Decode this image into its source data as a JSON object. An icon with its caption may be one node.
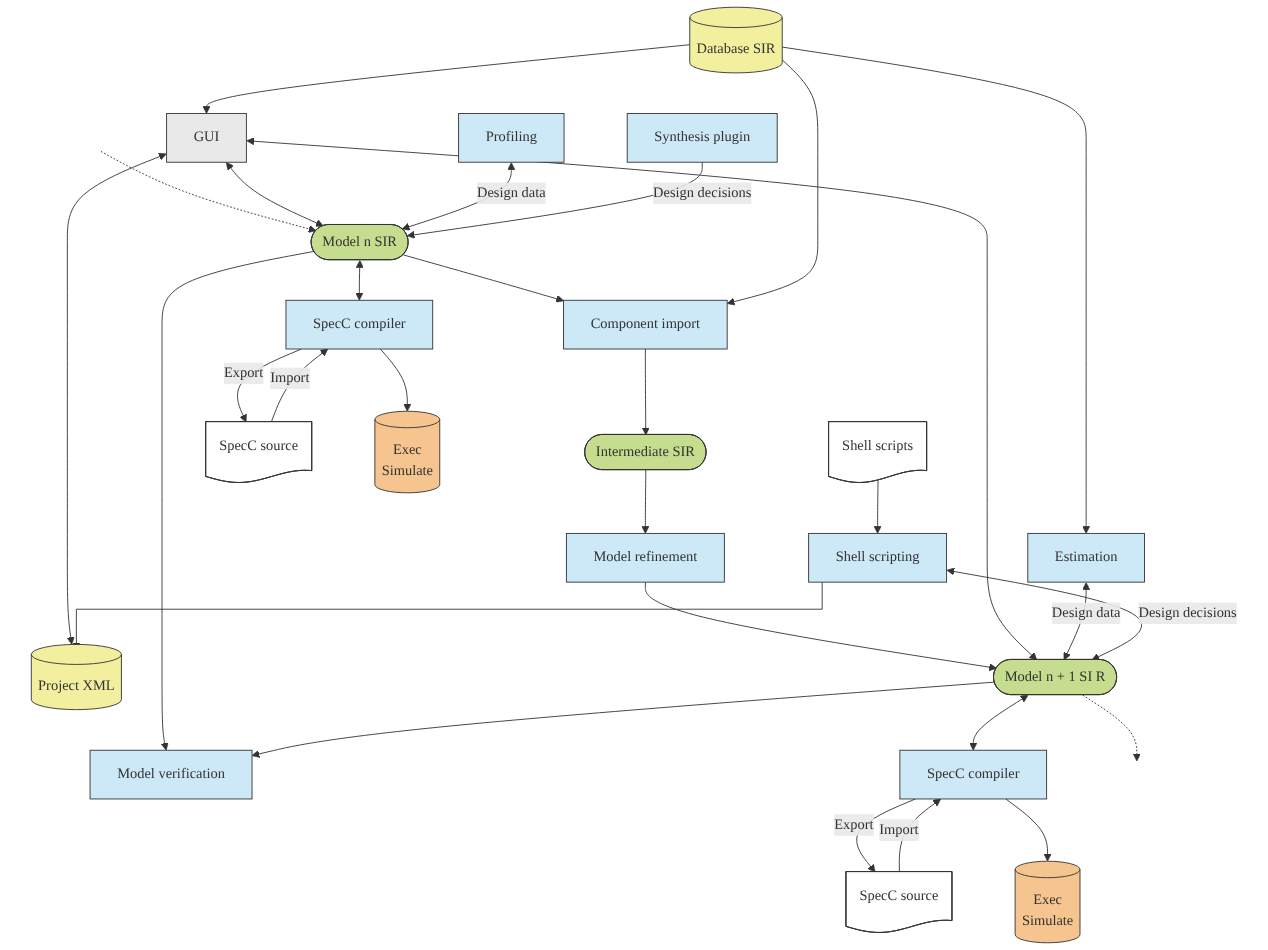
{
  "diagram": {
    "nodes": [
      {
        "text": [
          "GUI"
        ]
      },
      {
        "text": [
          "Profiling"
        ]
      },
      {
        "text": [
          "Synthesis plugin"
        ]
      },
      {
        "text": [
          "Model n SIR"
        ]
      },
      {
        "text": [
          "SpecC source"
        ]
      },
      {
        "text": [
          "SpecC compiler"
        ]
      },
      {
        "text": [
          "Exec",
          "Simulate"
        ]
      },
      {
        "text": [
          "Component import"
        ]
      },
      {
        "text": [
          "Database SIR"
        ]
      },
      {
        "text": [
          "Intermediate SIR"
        ]
      },
      {
        "text": [
          "Model verification"
        ]
      },
      {
        "text": [
          "Model refinement"
        ]
      },
      {
        "text": [
          "Estimation"
        ]
      },
      {
        "text": [
          "SpecC source"
        ]
      },
      {
        "text": [
          "Model n + 1 SI R"
        ]
      },
      {
        "text": [
          "SpecC compiler"
        ]
      },
      {
        "text": [
          "Exec",
          "Simulate"
        ]
      },
      {
        "text": [
          "Project XML"
        ]
      },
      {
        "text": [
          "Shell scripting"
        ]
      },
      {
        "text": [
          "Shell scripts"
        ]
      }
    ],
    "edges": [
      {
        "from": null,
        "to": 3,
        "arrow": "to",
        "style": "dashed"
      },
      {
        "from": 0,
        "to": 3,
        "arrow": "both"
      },
      {
        "from": 1,
        "to": 3,
        "arrow": "both",
        "label": "Design data"
      },
      {
        "from": 2,
        "to": 3,
        "arrow": "to",
        "label": "Design decisions"
      },
      {
        "from": 4,
        "to": 5,
        "arrow": "to",
        "label": "Import"
      },
      {
        "from": 5,
        "to": 4,
        "arrow": "to",
        "label": "Export"
      },
      {
        "from": 3,
        "to": 5,
        "arrow": "both"
      },
      {
        "from": 5,
        "to": 6,
        "arrow": "to"
      },
      {
        "from": 3,
        "to": 7,
        "arrow": "to"
      },
      {
        "from": 3,
        "to": 10,
        "arrow": "to"
      },
      {
        "from": 8,
        "to": 0,
        "arrow": "to"
      },
      {
        "from": 8,
        "to": 7,
        "arrow": "to"
      },
      {
        "from": 7,
        "to": 9,
        "arrow": "to"
      },
      {
        "from": 9,
        "to": 11,
        "arrow": "to"
      },
      {
        "from": 8,
        "to": 12,
        "arrow": "to"
      },
      {
        "from": 11,
        "to": 14,
        "arrow": "to"
      },
      {
        "from": 14,
        "to": 10,
        "arrow": "to"
      },
      {
        "from": 0,
        "to": 14,
        "arrow": "both"
      },
      {
        "from": 12,
        "to": 14,
        "arrow": "both",
        "label": "Design data"
      },
      {
        "from": 18,
        "to": 14,
        "arrow": "both",
        "label": "Design decisions"
      },
      {
        "from": 13,
        "to": 15,
        "arrow": "to",
        "label": "Import"
      },
      {
        "from": 15,
        "to": 13,
        "arrow": "to",
        "label": "Export"
      },
      {
        "from": 14,
        "to": 15,
        "arrow": "both"
      },
      {
        "from": 15,
        "to": 16,
        "arrow": "to"
      },
      {
        "from": 14,
        "to": null,
        "arrow": "to",
        "style": "dashed"
      },
      {
        "from": 0,
        "to": 17,
        "arrow": "both"
      },
      {
        "from": 18,
        "to": 17,
        "arrow": "to"
      },
      {
        "from": 19,
        "to": 18,
        "arrow": "to"
      }
    ]
  }
}
